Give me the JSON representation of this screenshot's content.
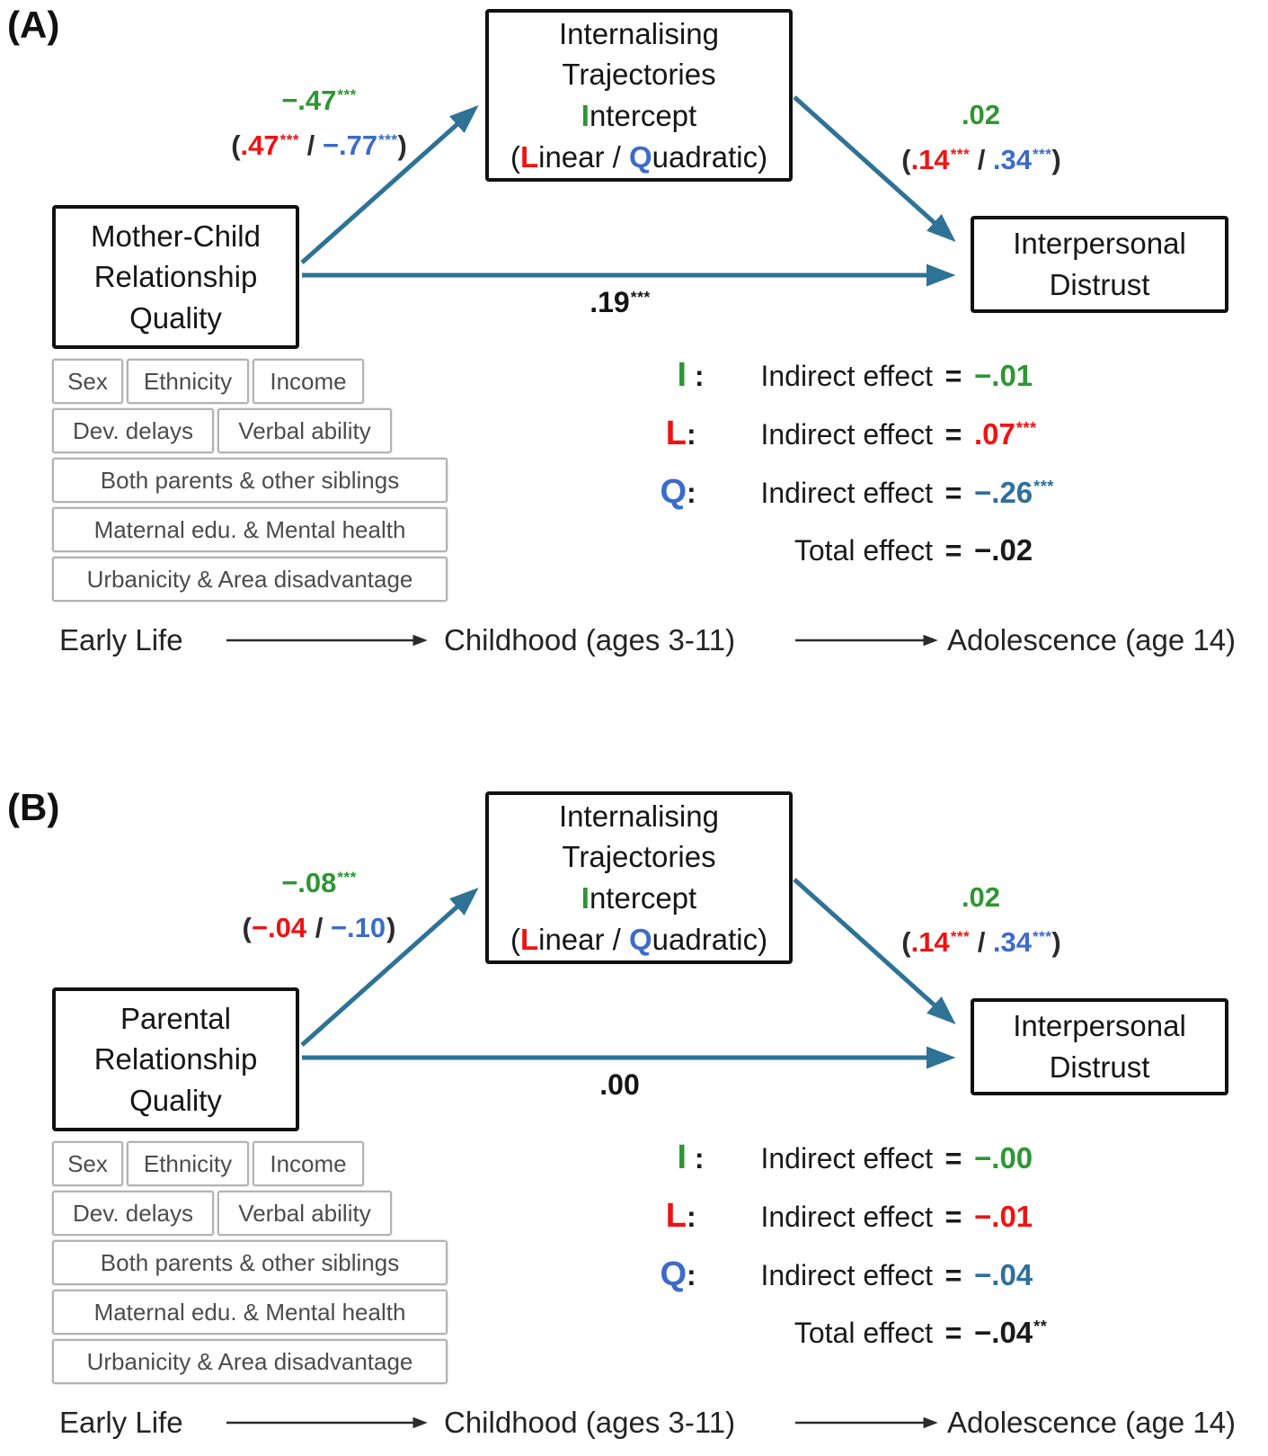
{
  "colors": {
    "green": "#2e9632",
    "red": "#f01212",
    "blueRoyal": "#3c6bc9",
    "blueSteel": "#2e6f9b",
    "arrow": "#2e7296",
    "ink": "#1a1a1a",
    "grayText": "#4c4c4c"
  },
  "panelA": {
    "label": "(A)",
    "predictor": {
      "line1": "Mother-Child",
      "line2": "Relationship",
      "line3": "Quality"
    },
    "mediator": {
      "line1": "Internalising",
      "line2": "Trajectories",
      "i": "I",
      "i_rest": "ntercept",
      "open": "(",
      "l": "L",
      "l_rest": "inear / ",
      "q": "Q",
      "q_rest": "uadratic)"
    },
    "outcome": {
      "line1": "Interpersonal",
      "line2": "Distrust"
    },
    "path_a": {
      "intercept": "−.47",
      "intercept_stars": "***",
      "open": "(",
      "linear": ".47",
      "linear_stars": "***",
      "sep": " / ",
      "quadratic": "−.77",
      "quadratic_stars": "***",
      "close": ")"
    },
    "path_b": {
      "intercept": ".02",
      "intercept_stars": "",
      "open": "(",
      "linear": ".14",
      "linear_stars": "***",
      "sep": " / ",
      "quadratic": ".34",
      "quadratic_stars": "***",
      "close": ")"
    },
    "direct": {
      "value": ".19",
      "stars": "***"
    },
    "covariates": {
      "row1": [
        "Sex",
        "Ethnicity",
        "Income"
      ],
      "row2": [
        "Dev. delays",
        "Verbal ability"
      ],
      "row3": "Both parents & other siblings",
      "row4": "Maternal edu. & Mental health",
      "row5": "Urbanicity & Area disadvantage"
    },
    "effects": {
      "r1": {
        "letter": "I",
        "sep": " :",
        "label": "Indirect effect",
        "eq": "=",
        "value": "−.01",
        "stars": ""
      },
      "r2": {
        "letter": "L",
        "sep": ":",
        "label": "Indirect effect",
        "eq": "=",
        "value": ".07",
        "stars": "***"
      },
      "r3": {
        "letter": "Q",
        "sep": ":",
        "label": "Indirect effect",
        "eq": "=",
        "value": "−.26",
        "stars": "***"
      },
      "total": {
        "letter": "",
        "sep": "",
        "label": "Total effect",
        "eq": "=",
        "value": "−.02",
        "stars": ""
      }
    },
    "timeline": {
      "stage1": "Early Life",
      "stage2": "Childhood (ages 3-11)",
      "stage3": "Adolescence (age 14)"
    }
  },
  "panelB": {
    "label": "(B)",
    "predictor": {
      "line1": "Parental",
      "line2": "Relationship",
      "line3": "Quality"
    },
    "mediator": {
      "line1": "Internalising",
      "line2": "Trajectories",
      "i": "I",
      "i_rest": "ntercept",
      "open": "(",
      "l": "L",
      "l_rest": "inear / ",
      "q": "Q",
      "q_rest": "uadratic)"
    },
    "outcome": {
      "line1": "Interpersonal",
      "line2": "Distrust"
    },
    "path_a": {
      "intercept": "−.08",
      "intercept_stars": "***",
      "open": "(",
      "linear": "−.04",
      "linear_stars": "",
      "sep": " / ",
      "quadratic": "−.10",
      "quadratic_stars": "",
      "close": ")"
    },
    "path_b": {
      "intercept": ".02",
      "intercept_stars": "",
      "open": "(",
      "linear": ".14",
      "linear_stars": "***",
      "sep": " / ",
      "quadratic": ".34",
      "quadratic_stars": "***",
      "close": ")"
    },
    "direct": {
      "value": ".00",
      "stars": ""
    },
    "covariates": {
      "row1": [
        "Sex",
        "Ethnicity",
        "Income"
      ],
      "row2": [
        "Dev. delays",
        "Verbal ability"
      ],
      "row3": "Both parents & other siblings",
      "row4": "Maternal edu. & Mental health",
      "row5": "Urbanicity & Area disadvantage"
    },
    "effects": {
      "r1": {
        "letter": "I",
        "sep": " :",
        "label": "Indirect effect",
        "eq": "=",
        "value": "−.00",
        "stars": ""
      },
      "r2": {
        "letter": "L",
        "sep": ":",
        "label": "Indirect effect",
        "eq": "=",
        "value": "−.01",
        "stars": ""
      },
      "r3": {
        "letter": "Q",
        "sep": ":",
        "label": "Indirect effect",
        "eq": "=",
        "value": "−.04",
        "stars": ""
      },
      "total": {
        "letter": "",
        "sep": "",
        "label": "Total effect",
        "eq": "=",
        "value": "−.04",
        "stars": "**"
      }
    },
    "timeline": {
      "stage1": "Early Life",
      "stage2": "Childhood (ages 3-11)",
      "stage3": "Adolescence (age 14)"
    }
  }
}
